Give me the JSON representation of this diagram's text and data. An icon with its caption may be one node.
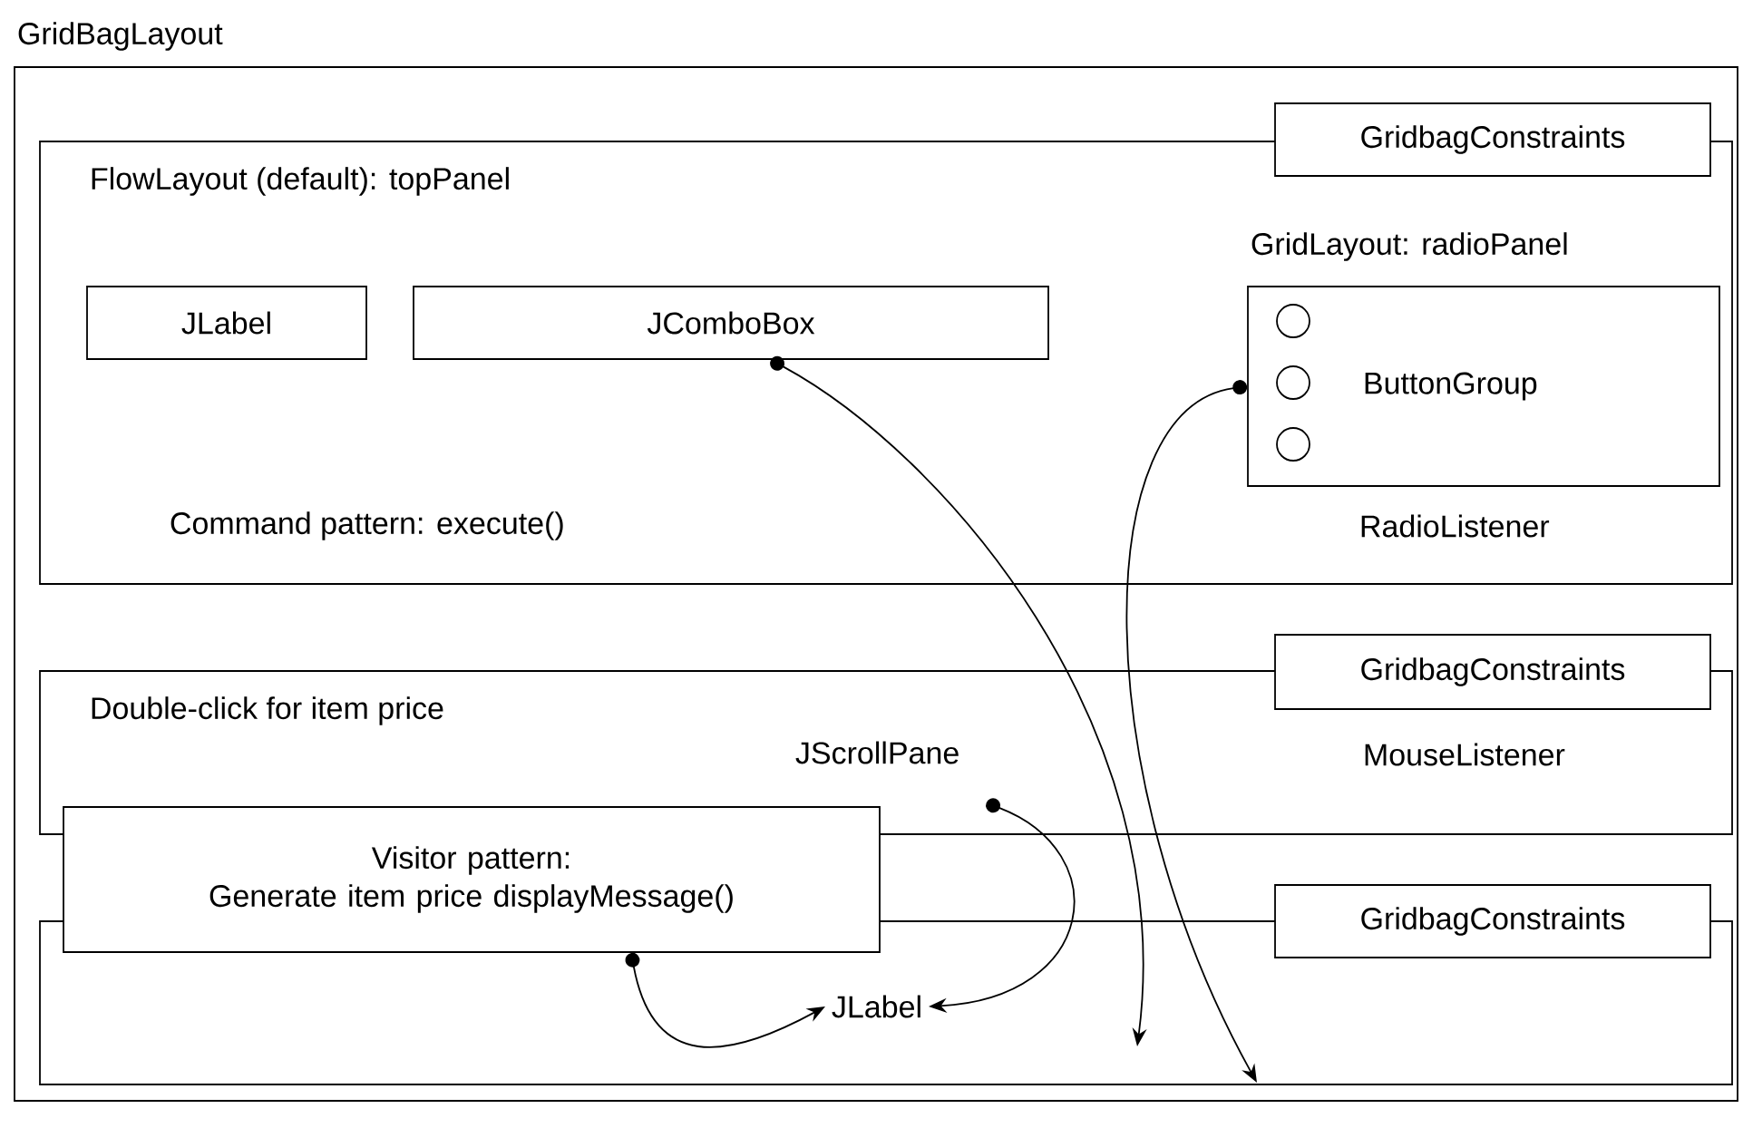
{
  "diagram": {
    "nodes": [
      {
        "text": [
          "GridBagLayout"
        ]
      },
      {
        "text": [
          "FlowLayout (default): topPanel",
          "Command pattern: execute()"
        ],
        "in": 0
      },
      {
        "text": [
          "GridbagConstraints"
        ],
        "in": 0
      },
      {
        "text": [
          "JLabel"
        ],
        "in": 1
      },
      {
        "text": [
          "JComboBox"
        ],
        "in": 1
      },
      {
        "text": [
          "GridLayout: radioPanel",
          "ButtonGroup",
          "RadioListener"
        ],
        "in": 1
      },
      {
        "text": [
          "Double-click for item price",
          "MouseListener"
        ],
        "in": 0
      },
      {
        "text": [
          "GridbagConstraints"
        ],
        "in": 0
      },
      {
        "text": [
          "JScrollPane"
        ],
        "in": 6
      },
      {
        "text": [],
        "shape": "box",
        "in": 0
      },
      {
        "text": [
          "GridbagConstraints"
        ],
        "in": 0
      },
      {
        "text": [
          "Visitor pattern:",
          "Generate item price displayMessage()"
        ],
        "in": 0
      },
      {
        "text": [
          "JLabel"
        ],
        "in": 9
      }
    ],
    "edges": [
      {
        "from": 4,
        "to": 9,
        "arrow": "to"
      },
      {
        "from": 5,
        "to": 9,
        "arrow": "to"
      },
      {
        "from": 8,
        "to": 12,
        "arrow": "to"
      },
      {
        "from": 11,
        "to": 12,
        "arrow": "to"
      }
    ]
  }
}
